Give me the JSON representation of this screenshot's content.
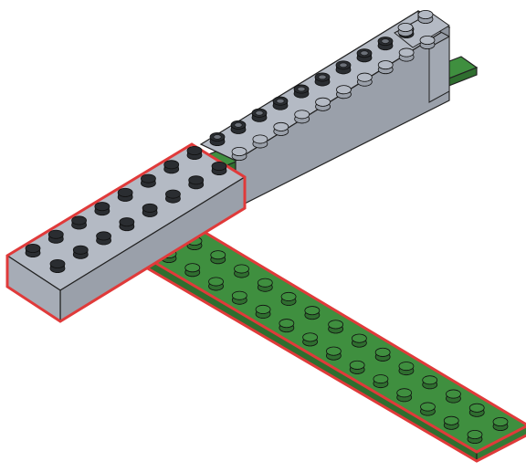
{
  "diagram": {
    "description_kind": "instruction-step",
    "pieces": [
      {
        "id": "green-plate",
        "color": "#3d8c3d",
        "studs": 28
      },
      {
        "id": "gray-brick-back",
        "color": "#b4bac4",
        "studs": 20
      },
      {
        "id": "gray-brick-highlighted",
        "color": "#b4bac4",
        "studs": 16
      }
    ],
    "colors": {
      "green_top": "#3f8f3f",
      "green_side": "#2f6e2f",
      "gray_top": "#b4bac4",
      "gray_side": "#9aa0aa",
      "gray_side_dark": "#8d939d",
      "stud_dark": "#2a2d31",
      "stud_hollow_ring": "#2a2d31",
      "outline": "#222222",
      "highlight": "#e03a3a"
    }
  }
}
